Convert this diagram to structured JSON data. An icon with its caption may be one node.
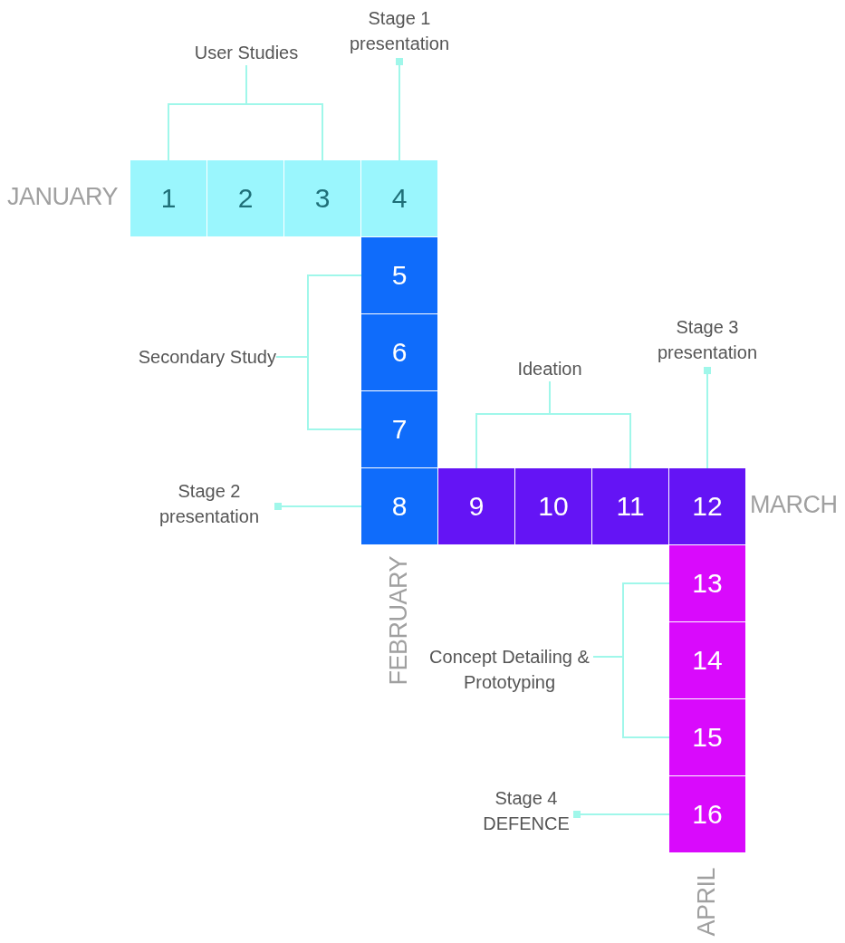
{
  "diagram": {
    "nodes": [
      {
        "text": [
          "1"
        ]
      },
      {
        "text": [
          "2"
        ]
      },
      {
        "text": [
          "3"
        ]
      },
      {
        "text": [
          "4"
        ]
      },
      {
        "text": [
          "5"
        ]
      },
      {
        "text": [
          "6"
        ]
      },
      {
        "text": [
          "7"
        ]
      },
      {
        "text": [
          "8"
        ]
      },
      {
        "text": [
          "9"
        ]
      },
      {
        "text": [
          "10"
        ]
      },
      {
        "text": [
          "11"
        ]
      },
      {
        "text": [
          "12"
        ]
      },
      {
        "text": [
          "13"
        ]
      },
      {
        "text": [
          "14"
        ]
      },
      {
        "text": [
          "15"
        ]
      },
      {
        "text": [
          "16"
        ]
      },
      {
        "text": [
          "User Studies"
        ]
      },
      {
        "text": [
          "Stage 1 presentation"
        ]
      },
      {
        "text": [
          "Secondary Study"
        ]
      },
      {
        "text": [
          "Stage 2 presentation"
        ]
      },
      {
        "text": [
          "Ideation"
        ]
      },
      {
        "text": [
          "Stage 3 presentation"
        ]
      },
      {
        "text": [
          "Concept Detailing & Prototyping"
        ]
      },
      {
        "text": [
          "Stage 4 DEFENCE"
        ]
      }
    ],
    "edges": [
      {
        "from": 16,
        "to": 0,
        "arrow": "none"
      },
      {
        "from": 16,
        "to": 2,
        "arrow": "none"
      },
      {
        "from": 17,
        "to": 3,
        "arrow": "other"
      },
      {
        "from": 18,
        "to": 4,
        "arrow": "none"
      },
      {
        "from": 18,
        "to": 6,
        "arrow": "none"
      },
      {
        "from": 19,
        "to": 7,
        "arrow": "other"
      },
      {
        "from": 20,
        "to": 8,
        "arrow": "none"
      },
      {
        "from": 20,
        "to": 10,
        "arrow": "none"
      },
      {
        "from": 21,
        "to": 11,
        "arrow": "other"
      },
      {
        "from": 22,
        "to": 12,
        "arrow": "none"
      },
      {
        "from": 22,
        "to": 14,
        "arrow": "none"
      },
      {
        "from": 23,
        "to": 15,
        "arrow": "other"
      }
    ],
    "labels": [
      "JANUARY",
      "FEBRUARY",
      "MARCH",
      "APRIL"
    ]
  }
}
